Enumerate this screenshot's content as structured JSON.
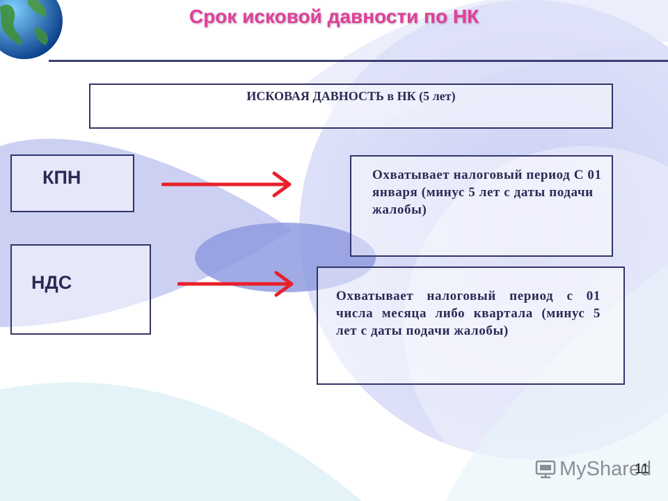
{
  "slide": {
    "title": "Срок исковой давности по НК",
    "header": "ИСКОВАЯ ДАВНОСТЬ в НК (5 лет)",
    "rows": [
      {
        "label": "КПН",
        "description": "Охватывает налоговый период С 01 января (минус 5 лет с даты подачи жалобы)"
      },
      {
        "label": "НДС",
        "description": "Охватывает налоговый период с 01 числа месяца либо квартала (минус 5 лет с даты подачи жалобы)"
      }
    ],
    "page_number": "11"
  },
  "watermark": {
    "text": "MyShared",
    "icon": "mini-computer-logo-icon"
  },
  "colors": {
    "title": "#e0409a",
    "border": "#33336a",
    "arrow": "#e8202a",
    "background_shape": "#c9ccf2"
  },
  "decor": {
    "globe_icon": "earth-globe-icon"
  }
}
